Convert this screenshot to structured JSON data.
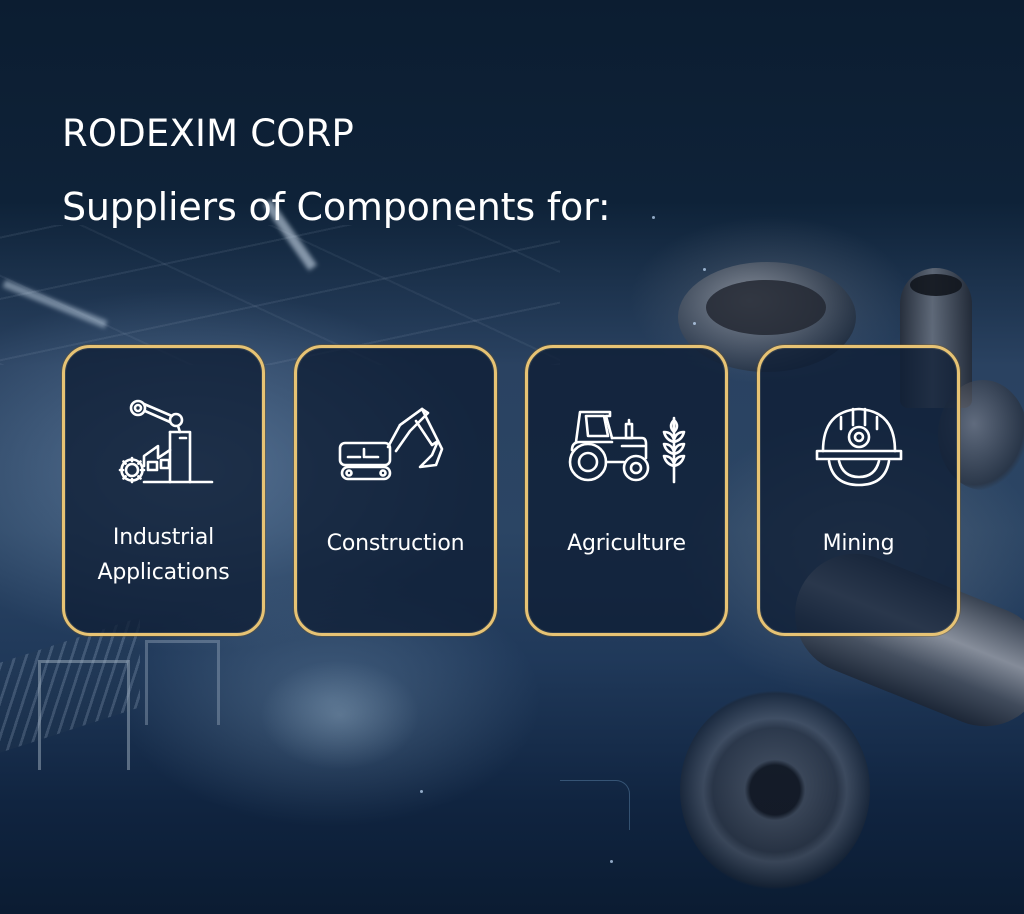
{
  "header": {
    "brand": "RODEXIM CORP",
    "tagline": "Suppliers of Components for:"
  },
  "cards": [
    {
      "label_line1": "Industrial",
      "label_line2": "Applications",
      "icon": "factory-robot-arm-gear-icon"
    },
    {
      "label": "Construction",
      "icon": "excavator-icon"
    },
    {
      "label": "Agriculture",
      "icon": "tractor-wheat-icon"
    },
    {
      "label": "Mining",
      "icon": "mining-helmet-lamp-icon"
    }
  ],
  "colors": {
    "card_border": "#e7c374",
    "card_fill": "#0e1e34",
    "text": "#ffffff",
    "background_top": "#0c1d31"
  }
}
